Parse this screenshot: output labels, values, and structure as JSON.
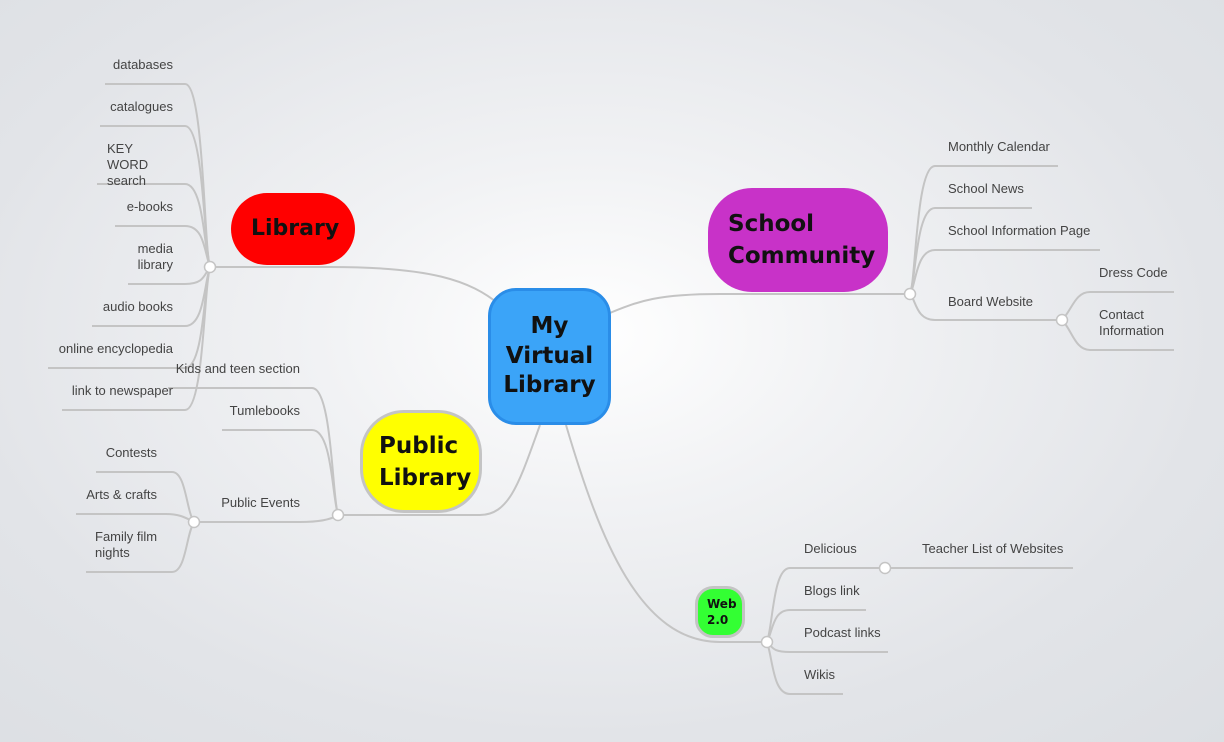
{
  "center": {
    "label": "My Virtual Library",
    "color": "#3ba4f8"
  },
  "branches": {
    "library": {
      "label": "Library",
      "color": "#ff0000",
      "items": [
        "databases",
        "catalogues",
        "KEY WORD search",
        "e-books",
        "media library",
        "audio books",
        "online encyclopedia",
        "link to newspaper"
      ]
    },
    "school": {
      "label": "School Community",
      "color": "#c832c8",
      "items": [
        "Monthly Calendar",
        "School News",
        "School Information Page",
        "Board Website"
      ],
      "board_children": [
        "Dress Code",
        "Contact Information"
      ]
    },
    "public": {
      "label": "Public Library",
      "color": "#ffff00",
      "items": [
        "Kids and teen section",
        "Tumlebooks",
        "Public Events"
      ],
      "events_children": [
        "Contests",
        "Arts & crafts",
        "Family film nights"
      ]
    },
    "web": {
      "label": "Web 2.0",
      "color": "#33ff33",
      "items": [
        "Delicious",
        "Blogs link",
        "Podcast links",
        "Wikis"
      ],
      "delicious_children": [
        "Teacher List of Websites"
      ]
    }
  },
  "colors": {
    "line": "#c4c4c4"
  }
}
